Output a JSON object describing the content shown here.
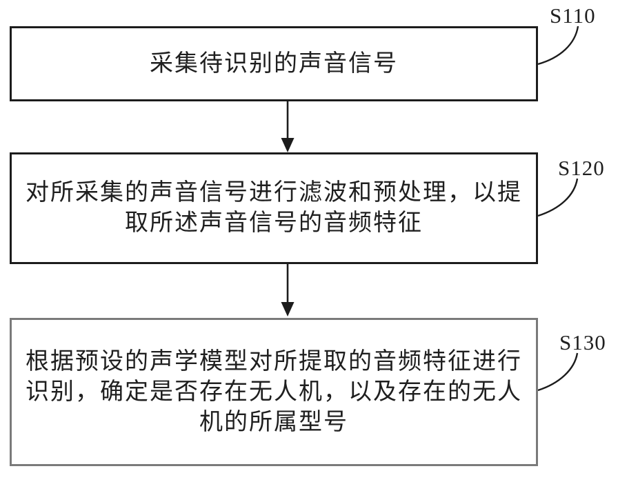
{
  "figure": {
    "colors": {
      "background": "#ffffff",
      "line": "#1c1c1c",
      "muted_line": "#7a7a7a",
      "text": "#1f1f1f"
    },
    "steps": [
      {
        "label": "S110",
        "text": "采集待识别的声音信号",
        "lines": [
          "采集待识别的声音信号"
        ]
      },
      {
        "label": "S120",
        "text": "对所采集的声音信号进行滤波和预处理，以提取所述声音信号的音频特征",
        "lines": [
          "对所采集的声音信号进行滤波和预处理，以提",
          "取所述声音信号的音频特征"
        ]
      },
      {
        "label": "S130",
        "text": "根据预设的声学模型对所提取的音频特征进行识别，确定是否存在无人机，以及存在的无人机的所属型号",
        "lines": [
          "根据预设的声学模型对所提取的音频特征进行",
          "识别，确定是否存在无人机，以及存在的无人",
          "机的所属型号"
        ]
      }
    ]
  }
}
